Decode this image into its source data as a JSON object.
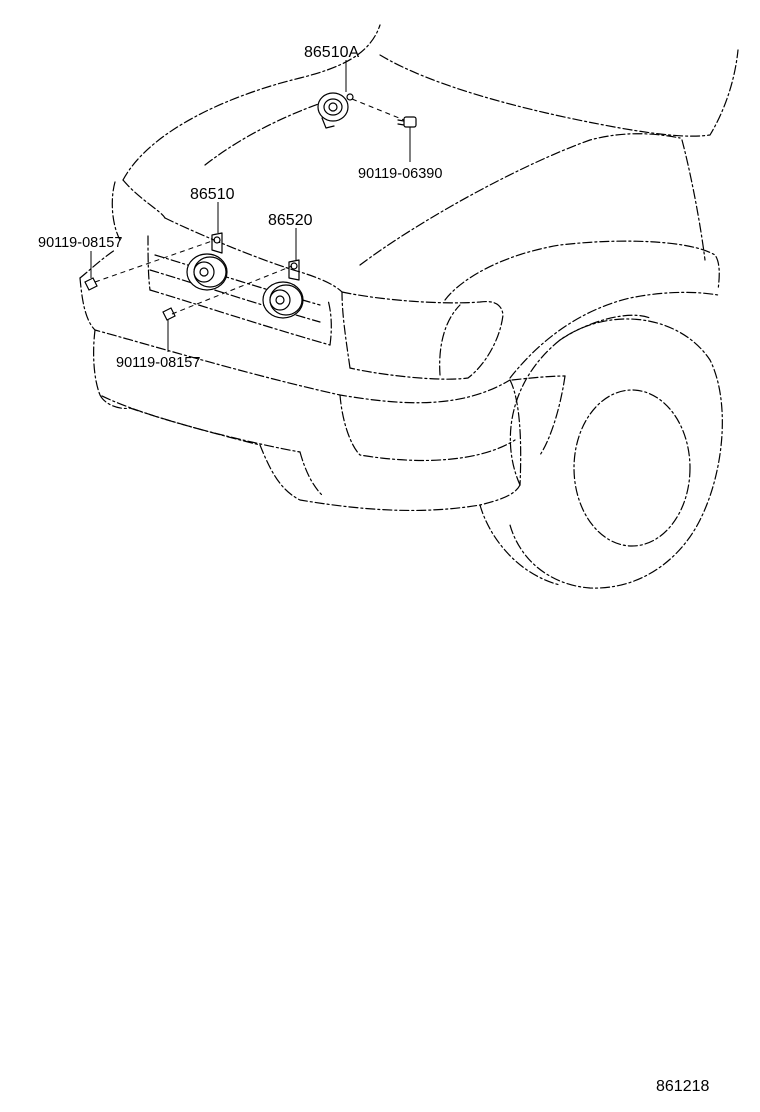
{
  "labels": {
    "horn_a": "86510A",
    "horn_high": "86510",
    "horn_low": "86520",
    "bolt_upper": "90119-06390",
    "bolt_left_top": "90119-08157",
    "bolt_left_bottom": "90119-08157",
    "diagram_number": "861218"
  }
}
